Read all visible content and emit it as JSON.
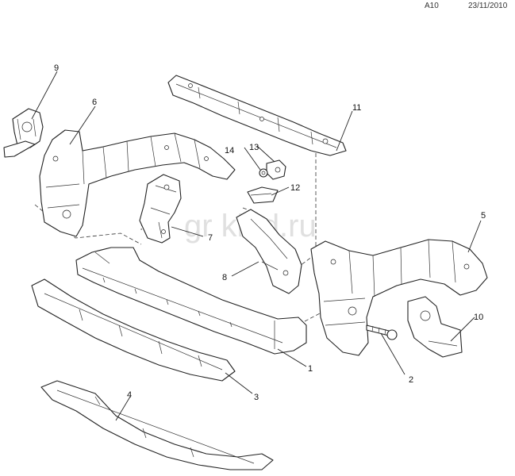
{
  "header": {
    "code": "A10",
    "date": "23/11/2010"
  },
  "watermark": "gr  klad.ru",
  "callouts": [
    {
      "id": "1",
      "label": "1"
    },
    {
      "id": "2",
      "label": "2"
    },
    {
      "id": "3",
      "label": "3"
    },
    {
      "id": "4",
      "label": "4"
    },
    {
      "id": "5",
      "label": "5"
    },
    {
      "id": "6",
      "label": "6"
    },
    {
      "id": "7",
      "label": "7"
    },
    {
      "id": "8",
      "label": "8"
    },
    {
      "id": "9",
      "label": "9"
    },
    {
      "id": "10",
      "label": "10"
    },
    {
      "id": "11",
      "label": "11"
    },
    {
      "id": "12",
      "label": "12"
    },
    {
      "id": "13",
      "label": "13"
    },
    {
      "id": "14",
      "label": "14"
    }
  ]
}
